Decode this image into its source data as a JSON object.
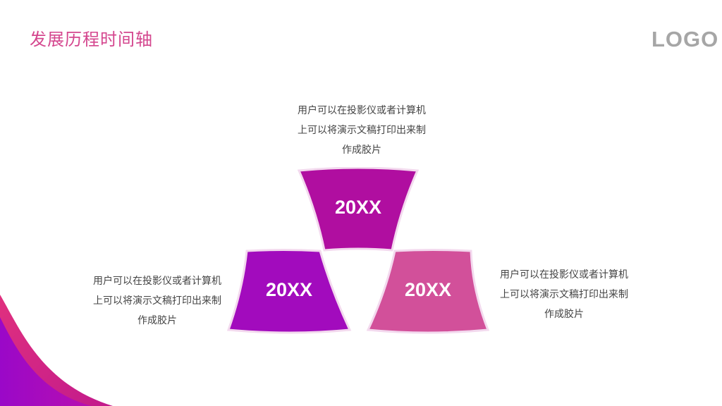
{
  "header": {
    "title": "发展历程时间轴",
    "logo": "LOGO"
  },
  "colors": {
    "title": "#d4468e",
    "logo": "#a6a6a6",
    "top_block": "#b00ea0",
    "left_block": "#a20bbd",
    "right_block": "#d2509a"
  },
  "blocks": [
    {
      "year": "20XX",
      "description": [
        "用户可以在投影仪或者计算机",
        "上可以将演示文稿打印出来制",
        "作成胶片"
      ]
    },
    {
      "year": "20XX",
      "description": [
        "用户可以在投影仪或者计算机",
        "上可以将演示文稿打印出来制",
        "作成胶片"
      ]
    },
    {
      "year": "20XX",
      "description": [
        "用户可以在投影仪或者计算机",
        "上可以将演示文稿打印出来制",
        "作成胶片"
      ]
    }
  ]
}
